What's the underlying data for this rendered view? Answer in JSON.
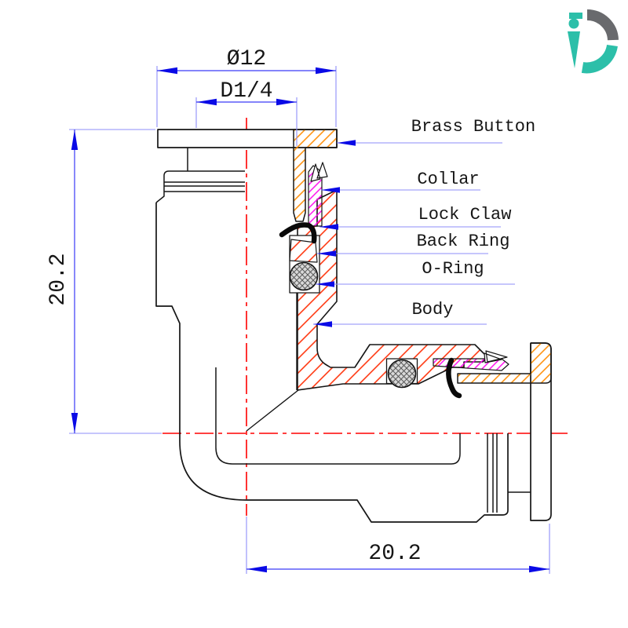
{
  "drawing": {
    "type": "cross-section technical drawing of push-to-connect elbow fitting",
    "dimensions": {
      "diameter": "Ø12",
      "thread": "D1/4",
      "height": "20.2",
      "length": "20.2"
    },
    "part_labels": [
      {
        "name": "Brass Button"
      },
      {
        "name": "Collar"
      },
      {
        "name": "Lock Claw"
      },
      {
        "name": "Back Ring"
      },
      {
        "name": "O-Ring"
      },
      {
        "name": "Body"
      }
    ],
    "colors": {
      "dimension_blue": "#2222EE",
      "extension_blue": "#8E8EFA",
      "centerline_red": "#FF0000",
      "body_hatch": "#FF2A00",
      "button_hatch": "#FF8A00",
      "collar_hatch": "#FF00EE",
      "outline_black": "#161616",
      "oring_gray": "#5a5a5a"
    },
    "logo": {
      "teal": "#2CBFA9",
      "gray": "#696A6D"
    }
  }
}
